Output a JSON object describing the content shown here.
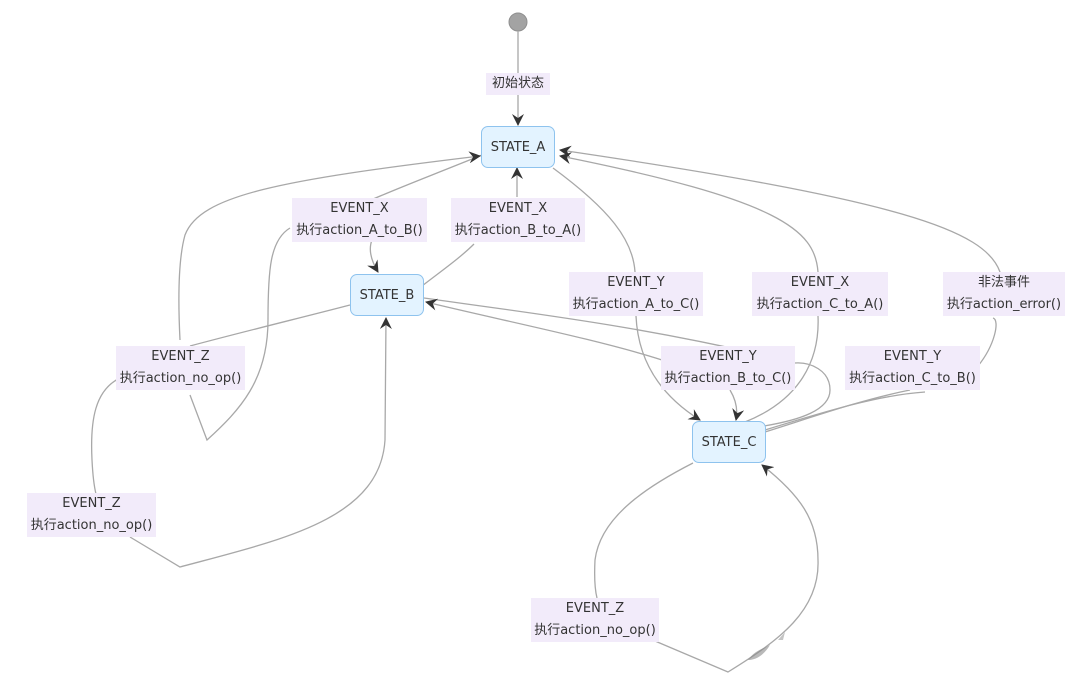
{
  "diagram": {
    "type": "state-machine",
    "initial_label": "初始状态",
    "states": [
      {
        "id": "A",
        "label": "STATE_A"
      },
      {
        "id": "B",
        "label": "STATE_B"
      },
      {
        "id": "C",
        "label": "STATE_C"
      }
    ],
    "transitions": [
      {
        "from": "start",
        "to": "A",
        "event": "初始状态",
        "action": ""
      },
      {
        "from": "A",
        "to": "B",
        "event": "EVENT_X",
        "action": "执行action_A_to_B()"
      },
      {
        "from": "B",
        "to": "A",
        "event": "EVENT_X",
        "action": "执行action_B_to_A()"
      },
      {
        "from": "A",
        "to": "C",
        "event": "EVENT_Y",
        "action": "执行action_A_to_C()"
      },
      {
        "from": "C",
        "to": "A",
        "event": "EVENT_X",
        "action": "执行action_C_to_A()"
      },
      {
        "from": "C",
        "to": "A",
        "event": "非法事件",
        "action": "执行action_error()"
      },
      {
        "from": "B",
        "to": "C",
        "event": "EVENT_Y",
        "action": "执行action_B_to_C()"
      },
      {
        "from": "C",
        "to": "B",
        "event": "EVENT_Y",
        "action": "执行action_C_to_B()"
      },
      {
        "from": "B",
        "to": "A",
        "event": "EVENT_Z",
        "action": "执行action_no_op()"
      },
      {
        "from": "B",
        "to": "B",
        "event": "EVENT_Z",
        "action": "执行action_no_op()"
      },
      {
        "from": "C",
        "to": "C",
        "event": "EVENT_Z",
        "action": "执行action_no_op()"
      }
    ],
    "colors": {
      "state_fill": "#e3f3ff",
      "state_border": "#8ec3ee",
      "label_fill": "#f2ebfa",
      "edge": "#a8a8a8",
      "arrowhead": "#333333",
      "start_dot": "#a3a3a3",
      "text": "#333333"
    }
  },
  "labels": {
    "initial": "初始状态",
    "a_to_b": {
      "event": "EVENT_X",
      "action": "执行action_A_to_B()"
    },
    "b_to_a": {
      "event": "EVENT_X",
      "action": "执行action_B_to_A()"
    },
    "a_to_c": {
      "event": "EVENT_Y",
      "action": "执行action_A_to_C()"
    },
    "c_to_a": {
      "event": "EVENT_X",
      "action": "执行action_C_to_A()"
    },
    "error": {
      "event": "非法事件",
      "action": "执行action_error()"
    },
    "b_to_c": {
      "event": "EVENT_Y",
      "action": "执行action_B_to_C()"
    },
    "c_to_b": {
      "event": "EVENT_Y",
      "action": "执行action_C_to_B()"
    },
    "b_noop_a": {
      "event": "EVENT_Z",
      "action": "执行action_no_op()"
    },
    "b_noop_b": {
      "event": "EVENT_Z",
      "action": "执行action_no_op()"
    },
    "c_noop": {
      "event": "EVENT_Z",
      "action": "执行action_no_op()"
    }
  },
  "states": {
    "a": "STATE_A",
    "b": "STATE_B",
    "c": "STATE_C"
  }
}
